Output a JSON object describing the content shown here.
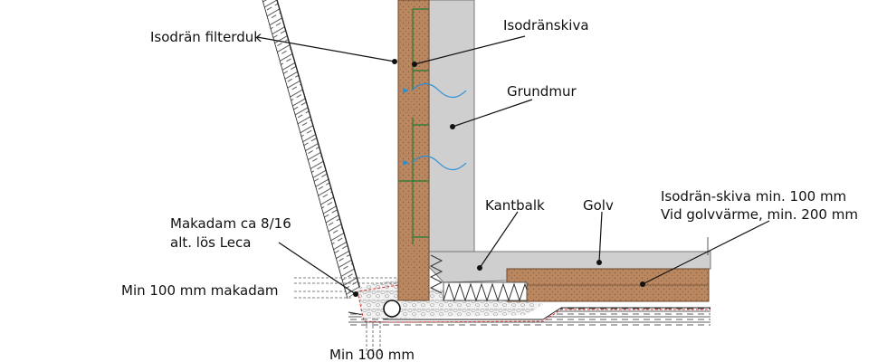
{
  "labels": {
    "filterduk": "Isodrän filterduk",
    "isodranskiva": "Isodränskiva",
    "grundmur": "Grundmur",
    "kantbalk": "Kantbalk",
    "golv": "Golv",
    "skiva_line1": "Isodrän-skiva min. 100 mm",
    "skiva_line2": "Vid golvvärme, min. 200 mm",
    "makadam_line1": "Makadam ca 8/16",
    "makadam_line2": "alt. lös Leca",
    "min_makadam": "Min 100 mm makadam",
    "min_100": "Min 100 mm"
  },
  "colors": {
    "insulation": "#b98760",
    "concrete": "#cfcfcf",
    "gravel": "#ececec",
    "water_arrow": "#2a8fd6",
    "membrane": "#d23a3a",
    "board_marker": "#3a7a3a"
  }
}
